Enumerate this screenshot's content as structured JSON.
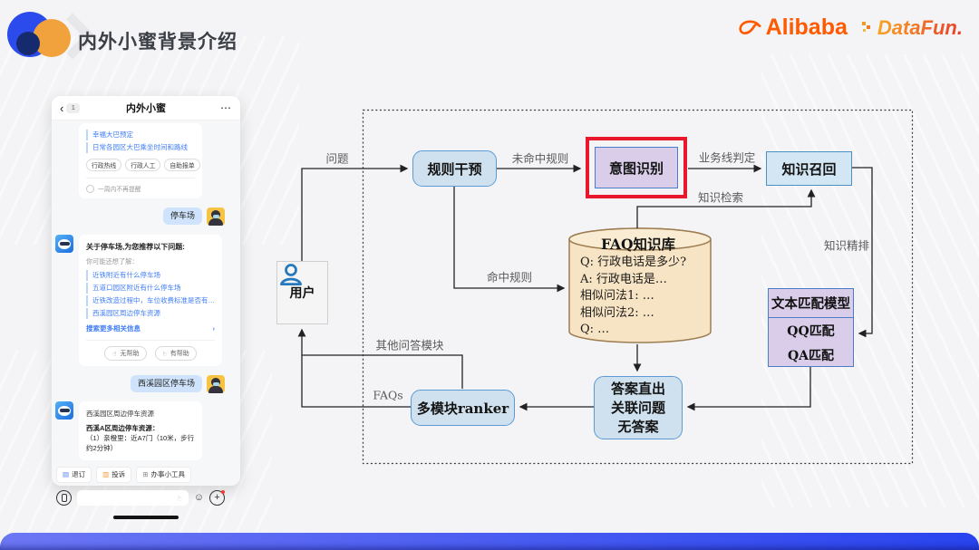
{
  "colors": {
    "accent_blue": "#4a90c4",
    "lavender_fill": "#d9cde9",
    "highlight_red": "#e8192c",
    "cylinder_tan": "#f7e4c4",
    "brand_orange": "#ff5a00",
    "link_blue": "#3f7df6",
    "bottom_bar_blue": "#2944ef"
  },
  "header": {
    "title": "内外小蜜背景介绍",
    "alibaba": "Alibaba",
    "datafun": "DataFun."
  },
  "phone": {
    "nav": {
      "back_badge": "1",
      "title": "内外小蜜"
    },
    "icons": {
      "back": "‹",
      "menu": "⋯",
      "more_chevron": "›",
      "thumb": "☞",
      "smiley": "☺",
      "plus": "+",
      "unsubscribe": "▤",
      "complaint": "▥",
      "tools": "⊞"
    },
    "card1": {
      "links": [
        "幸福大巴预定",
        "日常各园区大巴乘坐时间和路线"
      ],
      "chips": [
        "行政热线",
        "行政人工",
        "自助报单"
      ],
      "checkbox_label": "一周内不再提醒"
    },
    "user_msg1": "停车场",
    "bot_card1": {
      "title": "关于停车场,为您推荐以下问题:",
      "subtitle": "你可能还想了解：",
      "links": [
        "近铁附近有什么停车场",
        "五道口园区附近有什么停车场",
        "近铁改造过程中，车位收费标准是否有…",
        "西溪园区周边停车资源"
      ],
      "more": "搜索更多相关信息",
      "unhelpful": "无帮助",
      "helpful": "有帮助"
    },
    "user_msg2": "西溪园区停车场",
    "bot_card2": {
      "title": "西溪园区周边停车资源",
      "line1": "西溪A区周边停车资源：",
      "line2": "（1）亲橙里：近A7门（10米，步行约2分钟）"
    },
    "toolbar": [
      "退订",
      "投诉",
      "办事小工具"
    ]
  },
  "flowchart": {
    "nodes": {
      "user": "用户",
      "rule": "规则干预",
      "intent": "意图识别",
      "recall": "知识召回",
      "faq_title": "FAQ知识库",
      "faq_lines": [
        "Q: 行政电话是多少?",
        "A: 行政电话是…",
        "相似问法1: …",
        "相似问法2: …",
        "Q: …"
      ],
      "match_title": "文本匹配模型",
      "match_items": [
        "QQ匹配",
        "QA匹配"
      ],
      "ranker": "多模块ranker",
      "answer_lines": [
        "答案直出",
        "关联问题",
        "无答案"
      ]
    },
    "edges": {
      "question": "问题",
      "miss": "未命中规则",
      "biz": "业务线判定",
      "hit": "命中规则",
      "retrieve": "知识检索",
      "rerank": "知识精排",
      "other": "其他问答模块",
      "faqs": "FAQs"
    }
  }
}
